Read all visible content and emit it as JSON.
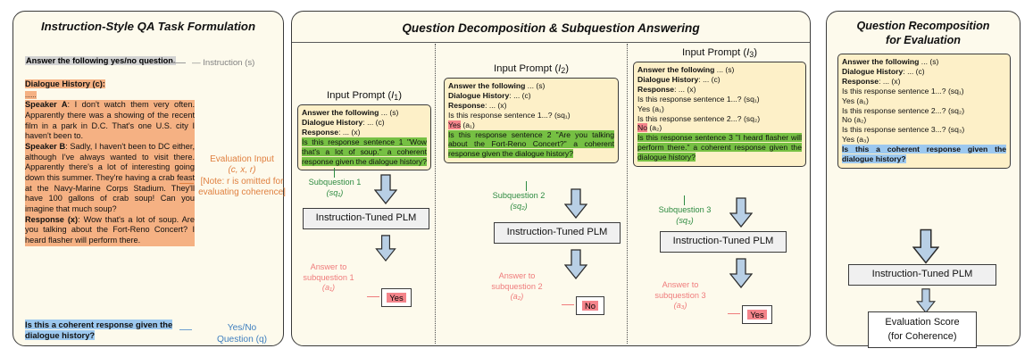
{
  "panels": {
    "left": {
      "title": "Instruction-Style QA Task Formulation",
      "instruction_text": "Answer the following yes/no question.",
      "instruction_label": "— Instruction (s)",
      "dialogue_header": "Dialogue History (c):",
      "dialogue_ellipsis": "......",
      "speaker_a_name": "Speaker A",
      "speaker_a_text": ": I don't watch them very often. Apparently there was a showing of the recent film in a park in D.C. That's one U.S. city I haven't been to.",
      "speaker_b_name": "Speaker B",
      "speaker_b_text": ": Sadly, I haven't been to DC either, although I've always wanted to visit there. Apparently there's a lot of interesting going down this summer. They're having a crab feast at the Navy-Marine Corps Stadium. They'll have 100 gallons of crab soup! Can you imagine that much soup?",
      "response_name": "Response (x)",
      "response_text": ": Wow that's a lot of soup. Are you talking about the Fort-Reno Concert? I heard flasher will perform there.",
      "eval_input_label_line1": "Evaluation Input",
      "eval_input_label_line2": "(c, x, r)",
      "eval_input_note": "[Note: r is omitted for evaluating coherence]",
      "question_text": "Is this a coherent response given the dialogue history?",
      "question_label_line1": "Yes/No",
      "question_label_line2": "Question (q)"
    },
    "middle": {
      "title": "Question Decomposition & Subquestion Answering",
      "columns": [
        {
          "prompt_heading": "Input Prompt (I₁)",
          "prompt_lines": [
            {
              "bold": "Answer the following",
              "rest": " ... (s)"
            },
            {
              "bold": "Dialogue History",
              "rest": ": ... (c)"
            },
            {
              "bold": "Response",
              "rest": ": ... (x)"
            }
          ],
          "highlighted_question": "Is this response sentence 1 \"Wow that's a lot of soup.\" a coherent response given the dialogue history?",
          "subquestion_label_line1": "Subquestion 1",
          "subquestion_label_line2": "(sq₁)",
          "plm_label": "Instruction-Tuned PLM",
          "answer_label_line1": "Answer to",
          "answer_label_line2": "subquestion 1",
          "answer_label_line3": "(a₁)",
          "answer_value": "Yes"
        },
        {
          "prompt_heading": "Input Prompt (I₂)",
          "prompt_lines": [
            {
              "bold": "Answer the following",
              "rest": " ... (s)"
            },
            {
              "bold": "Dialogue History",
              "rest": ": ... (c)"
            },
            {
              "bold": "Response",
              "rest": ": ... (x)"
            }
          ],
          "prior_qa": [
            {
              "q": "Is this response sentence 1...? (sq₁)",
              "a": "Yes",
              "a_suffix": " (a₁)",
              "a_color": "red"
            }
          ],
          "highlighted_question": "Is this response sentence 2 \"Are you talking about the Fort-Reno Concert?\" a coherent response given the dialogue history?",
          "subquestion_label_line1": "Subquestion 2",
          "subquestion_label_line2": "(sq₂)",
          "plm_label": "Instruction-Tuned PLM",
          "answer_label_line1": "Answer to",
          "answer_label_line2": "subquestion 2",
          "answer_label_line3": "(a₂)",
          "answer_value": "No"
        },
        {
          "prompt_heading": "Input Prompt (I₃)",
          "prompt_lines": [
            {
              "bold": "Answer the following",
              "rest": " ... (s)"
            },
            {
              "bold": "Dialogue History",
              "rest": ": ... (c)"
            },
            {
              "bold": "Response",
              "rest": ": ... (x)"
            }
          ],
          "prior_qa": [
            {
              "q": "Is this response sentence 1...? (sq₁)",
              "a": "Yes",
              "a_suffix": " (a₁)",
              "a_color": "plain"
            },
            {
              "q": "Is this response sentence 2...? (sq₂)",
              "a": "No",
              "a_suffix": " (a₂)",
              "a_color": "red"
            }
          ],
          "highlighted_question": "Is this response sentence 3 \"I heard flasher will perform there.\" a coherent response given the dialogue history?",
          "subquestion_label_line1": "Subquestion 3",
          "subquestion_label_line2": "(sq₃)",
          "plm_label": "Instruction-Tuned PLM",
          "answer_label_line1": "Answer to",
          "answer_label_line2": "subquestion 3",
          "answer_label_line3": "(a₃)",
          "answer_value": "Yes"
        }
      ]
    },
    "right": {
      "title_line1": "Question Recomposition",
      "title_line2": "for Evaluation",
      "prompt_lines": [
        {
          "bold": "Answer the following",
          "rest": " ... (s)"
        },
        {
          "bold": "Dialogue History",
          "rest": ": ... (c)"
        },
        {
          "bold": "Response",
          "rest": ": ... (x)"
        }
      ],
      "qa_pairs": [
        {
          "q": "Is this response sentence 1...? (sq₁)",
          "a": "Yes (a₁)"
        },
        {
          "q": "Is this response sentence 2...? (sq₂)",
          "a": "No (a₂)"
        },
        {
          "q": "Is this response sentence 3...? (sq₃)",
          "a": "Yes (a₃)"
        }
      ],
      "final_question": "Is this a coherent response given the dialogue history?",
      "plm_label": "Instruction-Tuned PLM",
      "score_line1": "Evaluation Score",
      "score_line2": "(for Coherence)"
    }
  },
  "colors": {
    "panel_background": "#fdfaec",
    "prompt_background": "#fdf0c8",
    "highlight_orange": "#f5b183",
    "highlight_green": "#76c043",
    "highlight_blue": "#9cc8ef",
    "highlight_red": "#f4848b",
    "highlight_gray": "#d2d2d2",
    "arrow_fill": "#b8cfe5",
    "green_text": "#2e8b41",
    "red_text": "#ef7c7c",
    "orange_text": "#e08040",
    "blue_text": "#3f7fbf"
  }
}
